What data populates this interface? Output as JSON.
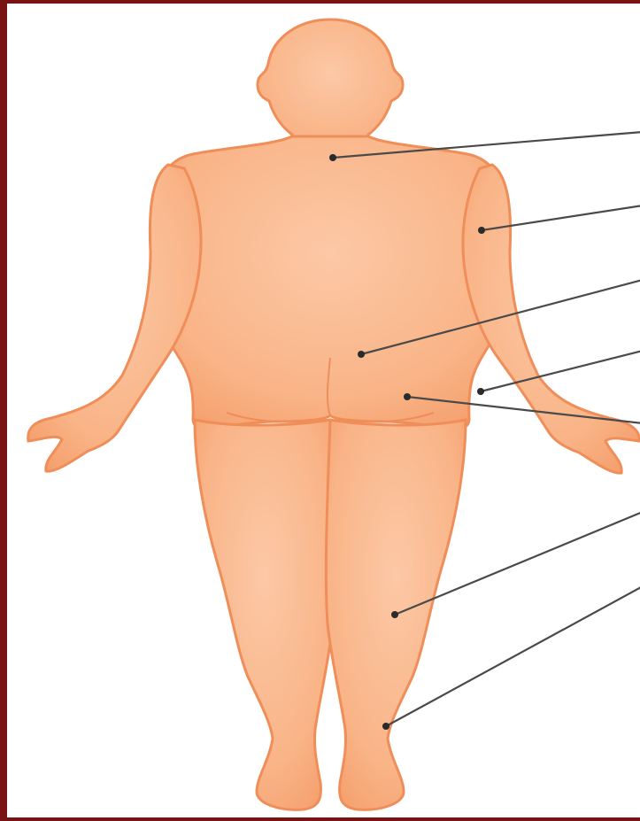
{
  "figure": {
    "subject": "human-body-posterior-view",
    "skin_color": "#f9b487",
    "skin_highlight": "#fbc7a3",
    "outline_color": "#f08e5a",
    "border_color": "#7a1414",
    "line_color": "#4a4a4a"
  },
  "leaders": [
    {
      "id": "upper-back",
      "text": ""
    },
    {
      "id": "upper-arm",
      "text": ""
    },
    {
      "id": "lower-back",
      "text": ""
    },
    {
      "id": "elbow-forearm",
      "text": ""
    },
    {
      "id": "buttock",
      "text": ""
    },
    {
      "id": "calf",
      "text": ""
    },
    {
      "id": "heel-ankle",
      "text": ""
    }
  ]
}
